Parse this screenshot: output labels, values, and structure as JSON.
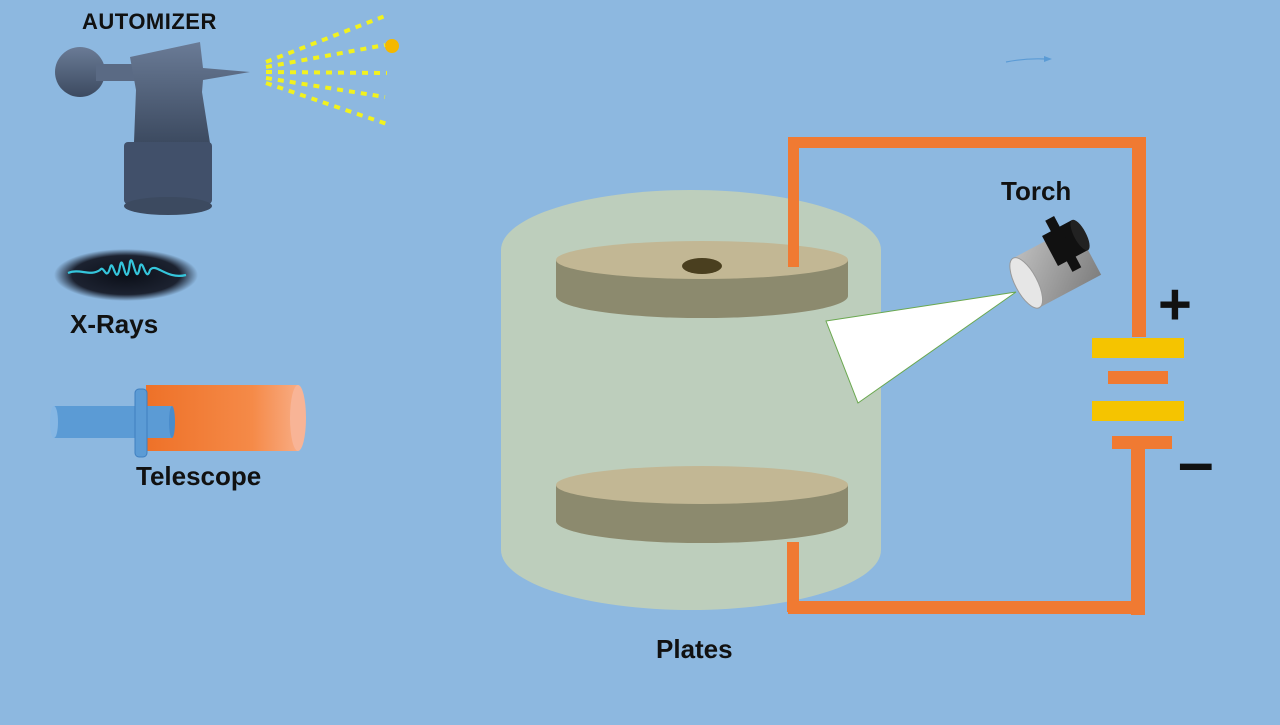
{
  "labels": {
    "automizer": "AUTOMIZER",
    "xrays": "X-Rays",
    "telescope": "Telescope",
    "torch": "Torch",
    "plates": "Plates",
    "plus": "+",
    "minus": "–"
  },
  "colors": {
    "background": "#8db8e0",
    "wire": "#f07a32",
    "battery_plate": "#f5c400",
    "spray_dots": "#f2f21e",
    "chamber": "#c9d3b3",
    "plate": "#8c8a6e",
    "plate_top": "#c2b794",
    "atomizer_body": "#4b5a73",
    "telescope_tube": "#f07a32",
    "telescope_eyepiece": "#5b9bd5"
  },
  "icons": {
    "atomizer": "atomizer-icon",
    "xray_wave": "xray-wave-icon",
    "telescope": "telescope-icon",
    "torch": "torch-icon",
    "battery": "battery-icon"
  }
}
